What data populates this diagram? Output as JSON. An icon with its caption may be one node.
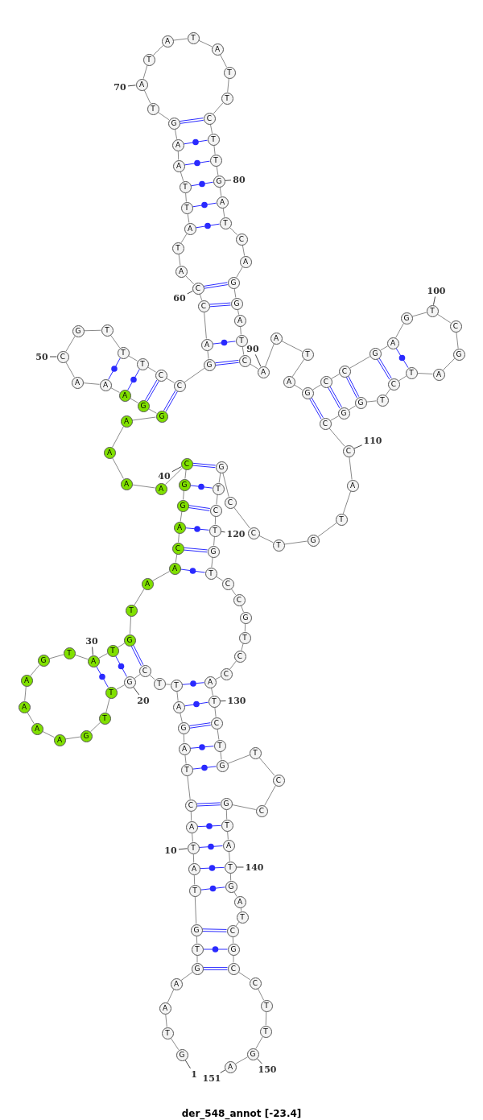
{
  "diagram": {
    "caption": "der_548_annot [-23.4]",
    "nodes": [
      {
        "text": [
          "G"
        ]
      },
      {
        "text": [
          "T"
        ]
      },
      {
        "text": [
          "A"
        ]
      },
      {
        "text": [
          "A"
        ]
      },
      {
        "text": [
          "G"
        ]
      },
      {
        "text": [
          "T"
        ]
      },
      {
        "text": [
          "G"
        ]
      },
      {
        "text": [
          "T"
        ]
      },
      {
        "text": [
          "A"
        ]
      },
      {
        "text": [
          "T"
        ]
      },
      {
        "text": [
          "A"
        ]
      },
      {
        "text": [
          "C"
        ]
      },
      {
        "text": [
          "T"
        ]
      },
      {
        "text": [
          "A"
        ]
      },
      {
        "text": [
          "G"
        ]
      },
      {
        "text": [
          "A"
        ]
      },
      {
        "text": [
          "T"
        ]
      },
      {
        "text": [
          "T"
        ]
      },
      {
        "text": [
          "C"
        ]
      },
      {
        "text": [
          "G"
        ]
      },
      {
        "text": [
          "T"
        ]
      },
      {
        "text": [
          "T"
        ]
      },
      {
        "text": [
          "G"
        ]
      },
      {
        "text": [
          "A"
        ]
      },
      {
        "text": [
          "A"
        ]
      },
      {
        "text": [
          "A"
        ]
      },
      {
        "text": [
          "A"
        ]
      },
      {
        "text": [
          "G"
        ]
      },
      {
        "text": [
          "T"
        ]
      },
      {
        "text": [
          "A"
        ]
      },
      {
        "text": [
          "T"
        ]
      },
      {
        "text": [
          "G"
        ]
      },
      {
        "text": [
          "T"
        ]
      },
      {
        "text": [
          "A"
        ]
      },
      {
        "text": [
          "A"
        ]
      },
      {
        "text": [
          "C"
        ]
      },
      {
        "text": [
          "A"
        ]
      },
      {
        "text": [
          "G"
        ]
      },
      {
        "text": [
          "G"
        ]
      },
      {
        "text": [
          "C"
        ]
      },
      {
        "text": [
          "A"
        ]
      },
      {
        "text": [
          "A"
        ]
      },
      {
        "text": [
          "A"
        ]
      },
      {
        "text": [
          "A"
        ]
      },
      {
        "text": [
          "G"
        ]
      },
      {
        "text": [
          "G"
        ]
      },
      {
        "text": [
          "A"
        ]
      },
      {
        "text": [
          "A"
        ]
      },
      {
        "text": [
          "A"
        ]
      },
      {
        "text": [
          "C"
        ]
      },
      {
        "text": [
          "G"
        ]
      },
      {
        "text": [
          "T"
        ]
      },
      {
        "text": [
          "T"
        ]
      },
      {
        "text": [
          "T"
        ]
      },
      {
        "text": [
          "C"
        ]
      },
      {
        "text": [
          "C"
        ]
      },
      {
        "text": [
          "G"
        ]
      },
      {
        "text": [
          "A"
        ]
      },
      {
        "text": [
          "C"
        ]
      },
      {
        "text": [
          "C"
        ]
      },
      {
        "text": [
          "A"
        ]
      },
      {
        "text": [
          "T"
        ]
      },
      {
        "text": [
          "A"
        ]
      },
      {
        "text": [
          "T"
        ]
      },
      {
        "text": [
          "T"
        ]
      },
      {
        "text": [
          "A"
        ]
      },
      {
        "text": [
          "A"
        ]
      },
      {
        "text": [
          "G"
        ]
      },
      {
        "text": [
          "T"
        ]
      },
      {
        "text": [
          "A"
        ]
      },
      {
        "text": [
          "T"
        ]
      },
      {
        "text": [
          "A"
        ]
      },
      {
        "text": [
          "T"
        ]
      },
      {
        "text": [
          "A"
        ]
      },
      {
        "text": [
          "T"
        ]
      },
      {
        "text": [
          "T"
        ]
      },
      {
        "text": [
          "C"
        ]
      },
      {
        "text": [
          "T"
        ]
      },
      {
        "text": [
          "T"
        ]
      },
      {
        "text": [
          "G"
        ]
      },
      {
        "text": [
          "A"
        ]
      },
      {
        "text": [
          "T"
        ]
      },
      {
        "text": [
          "C"
        ]
      },
      {
        "text": [
          "A"
        ]
      },
      {
        "text": [
          "G"
        ]
      },
      {
        "text": [
          "G"
        ]
      },
      {
        "text": [
          "A"
        ]
      },
      {
        "text": [
          "T"
        ]
      },
      {
        "text": [
          "C"
        ]
      },
      {
        "text": [
          "A"
        ]
      },
      {
        "text": [
          "A"
        ]
      },
      {
        "text": [
          "T"
        ]
      },
      {
        "text": [
          "A"
        ]
      },
      {
        "text": [
          "G"
        ]
      },
      {
        "text": [
          "C"
        ]
      },
      {
        "text": [
          "C"
        ]
      },
      {
        "text": [
          "G"
        ]
      },
      {
        "text": [
          "A"
        ]
      },
      {
        "text": [
          "G"
        ]
      },
      {
        "text": [
          "T"
        ]
      },
      {
        "text": [
          "C"
        ]
      },
      {
        "text": [
          "G"
        ]
      },
      {
        "text": [
          "A"
        ]
      },
      {
        "text": [
          "T"
        ]
      },
      {
        "text": [
          "C"
        ]
      },
      {
        "text": [
          "T"
        ]
      },
      {
        "text": [
          "G"
        ]
      },
      {
        "text": [
          "G"
        ]
      },
      {
        "text": [
          "C"
        ]
      },
      {
        "text": [
          "C"
        ]
      },
      {
        "text": [
          "A"
        ]
      },
      {
        "text": [
          "T"
        ]
      },
      {
        "text": [
          "G"
        ]
      },
      {
        "text": [
          "T"
        ]
      },
      {
        "text": [
          "C"
        ]
      },
      {
        "text": [
          "C"
        ]
      },
      {
        "text": [
          "G"
        ]
      },
      {
        "text": [
          "T"
        ]
      },
      {
        "text": [
          "C"
        ]
      },
      {
        "text": [
          "T"
        ]
      },
      {
        "text": [
          "G"
        ]
      },
      {
        "text": [
          "T"
        ]
      },
      {
        "text": [
          "C"
        ]
      },
      {
        "text": [
          "C"
        ]
      },
      {
        "text": [
          "G"
        ]
      },
      {
        "text": [
          "T"
        ]
      },
      {
        "text": [
          "C"
        ]
      },
      {
        "text": [
          "C"
        ]
      },
      {
        "text": [
          "A"
        ]
      },
      {
        "text": [
          "T"
        ]
      },
      {
        "text": [
          "C"
        ]
      },
      {
        "text": [
          "T"
        ]
      },
      {
        "text": [
          "G"
        ]
      },
      {
        "text": [
          "T"
        ]
      },
      {
        "text": [
          "C"
        ]
      },
      {
        "text": [
          "C"
        ]
      },
      {
        "text": [
          "G"
        ]
      },
      {
        "text": [
          "T"
        ]
      },
      {
        "text": [
          "A"
        ]
      },
      {
        "text": [
          "T"
        ]
      },
      {
        "text": [
          "G"
        ]
      },
      {
        "text": [
          "A"
        ]
      },
      {
        "text": [
          "T"
        ]
      },
      {
        "text": [
          "C"
        ]
      },
      {
        "text": [
          "G"
        ]
      },
      {
        "text": [
          "C"
        ]
      },
      {
        "text": [
          "C"
        ]
      },
      {
        "text": [
          "T"
        ]
      },
      {
        "text": [
          "T"
        ]
      },
      {
        "text": [
          "G"
        ]
      },
      {
        "text": [
          "A"
        ]
      },
      {
        "text": [
          "1"
        ]
      },
      {
        "text": [
          "10"
        ]
      },
      {
        "text": [
          "20"
        ]
      },
      {
        "text": [
          "30"
        ]
      },
      {
        "text": [
          "40"
        ]
      },
      {
        "text": [
          "50"
        ]
      },
      {
        "text": [
          "60"
        ]
      },
      {
        "text": [
          "70"
        ]
      },
      {
        "text": [
          "80"
        ]
      },
      {
        "text": [
          "90"
        ]
      },
      {
        "text": [
          "100"
        ]
      },
      {
        "text": [
          "110"
        ]
      },
      {
        "text": [
          "120"
        ]
      },
      {
        "text": [
          "130"
        ]
      },
      {
        "text": [
          "140"
        ]
      },
      {
        "text": [
          "150"
        ]
      },
      {
        "text": [
          "151"
        ]
      }
    ],
    "edges": [
      {
        "from": 0,
        "to": 1,
        "arrow": "none"
      },
      {
        "from": 1,
        "to": 2,
        "arrow": "none"
      },
      {
        "from": 2,
        "to": 3,
        "arrow": "none"
      },
      {
        "from": 3,
        "to": 4,
        "arrow": "none"
      },
      {
        "from": 4,
        "to": 5,
        "arrow": "none"
      },
      {
        "from": 5,
        "to": 6,
        "arrow": "none"
      },
      {
        "from": 6,
        "to": 7,
        "arrow": "none"
      },
      {
        "from": 7,
        "to": 8,
        "arrow": "none"
      },
      {
        "from": 8,
        "to": 9,
        "arrow": "none"
      },
      {
        "from": 9,
        "to": 10,
        "arrow": "none"
      },
      {
        "from": 10,
        "to": 11,
        "arrow": "none"
      },
      {
        "from": 11,
        "to": 12,
        "arrow": "none"
      },
      {
        "from": 12,
        "to": 13,
        "arrow": "none"
      },
      {
        "from": 13,
        "to": 14,
        "arrow": "none"
      },
      {
        "from": 14,
        "to": 15,
        "arrow": "none"
      },
      {
        "from": 15,
        "to": 16,
        "arrow": "none"
      },
      {
        "from": 16,
        "to": 17,
        "arrow": "none"
      },
      {
        "from": 17,
        "to": 18,
        "arrow": "none"
      },
      {
        "from": 18,
        "to": 19,
        "arrow": "none"
      },
      {
        "from": 19,
        "to": 20,
        "arrow": "none"
      },
      {
        "from": 20,
        "to": 21,
        "arrow": "none"
      },
      {
        "from": 21,
        "to": 22,
        "arrow": "none"
      },
      {
        "from": 22,
        "to": 23,
        "arrow": "none"
      },
      {
        "from": 23,
        "to": 24,
        "arrow": "none"
      },
      {
        "from": 24,
        "to": 25,
        "arrow": "none"
      },
      {
        "from": 25,
        "to": 26,
        "arrow": "none"
      },
      {
        "from": 26,
        "to": 27,
        "arrow": "none"
      },
      {
        "from": 27,
        "to": 28,
        "arrow": "none"
      },
      {
        "from": 28,
        "to": 29,
        "arrow": "none"
      },
      {
        "from": 29,
        "to": 30,
        "arrow": "none"
      },
      {
        "from": 30,
        "to": 31,
        "arrow": "none"
      },
      {
        "from": 31,
        "to": 32,
        "arrow": "none"
      },
      {
        "from": 32,
        "to": 33,
        "arrow": "none"
      },
      {
        "from": 33,
        "to": 34,
        "arrow": "none"
      },
      {
        "from": 34,
        "to": 35,
        "arrow": "none"
      },
      {
        "from": 35,
        "to": 36,
        "arrow": "none"
      },
      {
        "from": 36,
        "to": 37,
        "arrow": "none"
      },
      {
        "from": 37,
        "to": 38,
        "arrow": "none"
      },
      {
        "from": 38,
        "to": 39,
        "arrow": "none"
      },
      {
        "from": 39,
        "to": 40,
        "arrow": "none"
      },
      {
        "from": 40,
        "to": 41,
        "arrow": "none"
      },
      {
        "from": 41,
        "to": 42,
        "arrow": "none"
      },
      {
        "from": 42,
        "to": 43,
        "arrow": "none"
      },
      {
        "from": 43,
        "to": 44,
        "arrow": "none"
      },
      {
        "from": 44,
        "to": 45,
        "arrow": "none"
      },
      {
        "from": 45,
        "to": 46,
        "arrow": "none"
      },
      {
        "from": 46,
        "to": 47,
        "arrow": "none"
      },
      {
        "from": 47,
        "to": 48,
        "arrow": "none"
      },
      {
        "from": 48,
        "to": 49,
        "arrow": "none"
      },
      {
        "from": 49,
        "to": 50,
        "arrow": "none"
      },
      {
        "from": 50,
        "to": 51,
        "arrow": "none"
      },
      {
        "from": 51,
        "to": 52,
        "arrow": "none"
      },
      {
        "from": 52,
        "to": 53,
        "arrow": "none"
      },
      {
        "from": 53,
        "to": 54,
        "arrow": "none"
      },
      {
        "from": 54,
        "to": 55,
        "arrow": "none"
      },
      {
        "from": 55,
        "to": 56,
        "arrow": "none"
      },
      {
        "from": 56,
        "to": 57,
        "arrow": "none"
      },
      {
        "from": 57,
        "to": 58,
        "arrow": "none"
      },
      {
        "from": 58,
        "to": 59,
        "arrow": "none"
      },
      {
        "from": 59,
        "to": 60,
        "arrow": "none"
      },
      {
        "from": 60,
        "to": 61,
        "arrow": "none"
      },
      {
        "from": 61,
        "to": 62,
        "arrow": "none"
      },
      {
        "from": 62,
        "to": 63,
        "arrow": "none"
      },
      {
        "from": 63,
        "to": 64,
        "arrow": "none"
      },
      {
        "from": 64,
        "to": 65,
        "arrow": "none"
      },
      {
        "from": 65,
        "to": 66,
        "arrow": "none"
      },
      {
        "from": 66,
        "to": 67,
        "arrow": "none"
      },
      {
        "from": 67,
        "to": 68,
        "arrow": "none"
      },
      {
        "from": 68,
        "to": 69,
        "arrow": "none"
      },
      {
        "from": 69,
        "to": 70,
        "arrow": "none"
      },
      {
        "from": 70,
        "to": 71,
        "arrow": "none"
      },
      {
        "from": 71,
        "to": 72,
        "arrow": "none"
      },
      {
        "from": 72,
        "to": 73,
        "arrow": "none"
      },
      {
        "from": 73,
        "to": 74,
        "arrow": "none"
      },
      {
        "from": 74,
        "to": 75,
        "arrow": "none"
      },
      {
        "from": 75,
        "to": 76,
        "arrow": "none"
      },
      {
        "from": 76,
        "to": 77,
        "arrow": "none"
      },
      {
        "from": 77,
        "to": 78,
        "arrow": "none"
      },
      {
        "from": 78,
        "to": 79,
        "arrow": "none"
      },
      {
        "from": 79,
        "to": 80,
        "arrow": "none"
      },
      {
        "from": 80,
        "to": 81,
        "arrow": "none"
      },
      {
        "from": 81,
        "to": 82,
        "arrow": "none"
      },
      {
        "from": 82,
        "to": 83,
        "arrow": "none"
      },
      {
        "from": 83,
        "to": 84,
        "arrow": "none"
      },
      {
        "from": 84,
        "to": 85,
        "arrow": "none"
      },
      {
        "from": 85,
        "to": 86,
        "arrow": "none"
      },
      {
        "from": 86,
        "to": 87,
        "arrow": "none"
      },
      {
        "from": 87,
        "to": 88,
        "arrow": "none"
      },
      {
        "from": 88,
        "to": 89,
        "arrow": "none"
      },
      {
        "from": 89,
        "to": 90,
        "arrow": "none"
      },
      {
        "from": 90,
        "to": 91,
        "arrow": "none"
      },
      {
        "from": 91,
        "to": 92,
        "arrow": "none"
      },
      {
        "from": 92,
        "to": 93,
        "arrow": "none"
      },
      {
        "from": 93,
        "to": 94,
        "arrow": "none"
      },
      {
        "from": 94,
        "to": 95,
        "arrow": "none"
      },
      {
        "from": 95,
        "to": 96,
        "arrow": "none"
      },
      {
        "from": 96,
        "to": 97,
        "arrow": "none"
      },
      {
        "from": 97,
        "to": 98,
        "arrow": "none"
      },
      {
        "from": 98,
        "to": 99,
        "arrow": "none"
      },
      {
        "from": 99,
        "to": 100,
        "arrow": "none"
      },
      {
        "from": 100,
        "to": 101,
        "arrow": "none"
      },
      {
        "from": 101,
        "to": 102,
        "arrow": "none"
      },
      {
        "from": 102,
        "to": 103,
        "arrow": "none"
      },
      {
        "from": 103,
        "to": 104,
        "arrow": "none"
      },
      {
        "from": 104,
        "to": 105,
        "arrow": "none"
      },
      {
        "from": 105,
        "to": 106,
        "arrow": "none"
      },
      {
        "from": 106,
        "to": 107,
        "arrow": "none"
      },
      {
        "from": 107,
        "to": 108,
        "arrow": "none"
      },
      {
        "from": 108,
        "to": 109,
        "arrow": "none"
      },
      {
        "from": 109,
        "to": 110,
        "arrow": "none"
      },
      {
        "from": 110,
        "to": 111,
        "arrow": "none"
      },
      {
        "from": 111,
        "to": 112,
        "arrow": "none"
      },
      {
        "from": 112,
        "to": 113,
        "arrow": "none"
      },
      {
        "from": 113,
        "to": 114,
        "arrow": "none"
      },
      {
        "from": 114,
        "to": 115,
        "arrow": "none"
      },
      {
        "from": 115,
        "to": 116,
        "arrow": "none"
      },
      {
        "from": 116,
        "to": 117,
        "arrow": "none"
      },
      {
        "from": 117,
        "to": 118,
        "arrow": "none"
      },
      {
        "from": 118,
        "to": 119,
        "arrow": "none"
      },
      {
        "from": 119,
        "to": 120,
        "arrow": "none"
      },
      {
        "from": 120,
        "to": 121,
        "arrow": "none"
      },
      {
        "from": 121,
        "to": 122,
        "arrow": "none"
      },
      {
        "from": 122,
        "to": 123,
        "arrow": "none"
      },
      {
        "from": 123,
        "to": 124,
        "arrow": "none"
      },
      {
        "from": 124,
        "to": 125,
        "arrow": "none"
      },
      {
        "from": 125,
        "to": 126,
        "arrow": "none"
      },
      {
        "from": 126,
        "to": 127,
        "arrow": "none"
      },
      {
        "from": 127,
        "to": 128,
        "arrow": "none"
      },
      {
        "from": 128,
        "to": 129,
        "arrow": "none"
      },
      {
        "from": 129,
        "to": 130,
        "arrow": "none"
      },
      {
        "from": 130,
        "to": 131,
        "arrow": "none"
      },
      {
        "from": 131,
        "to": 132,
        "arrow": "none"
      },
      {
        "from": 132,
        "to": 133,
        "arrow": "none"
      },
      {
        "from": 133,
        "to": 134,
        "arrow": "none"
      },
      {
        "from": 134,
        "to": 135,
        "arrow": "none"
      },
      {
        "from": 135,
        "to": 136,
        "arrow": "none"
      },
      {
        "from": 136,
        "to": 137,
        "arrow": "none"
      },
      {
        "from": 137,
        "to": 138,
        "arrow": "none"
      },
      {
        "from": 138,
        "to": 139,
        "arrow": "none"
      },
      {
        "from": 139,
        "to": 140,
        "arrow": "none"
      },
      {
        "from": 140,
        "to": 141,
        "arrow": "none"
      },
      {
        "from": 141,
        "to": 142,
        "arrow": "none"
      },
      {
        "from": 142,
        "to": 143,
        "arrow": "none"
      },
      {
        "from": 143,
        "to": 144,
        "arrow": "none"
      },
      {
        "from": 144,
        "to": 145,
        "arrow": "none"
      },
      {
        "from": 145,
        "to": 146,
        "arrow": "none"
      },
      {
        "from": 146,
        "to": 147,
        "arrow": "none"
      },
      {
        "from": 147,
        "to": 148,
        "arrow": "none"
      },
      {
        "from": 148,
        "to": 149,
        "arrow": "none"
      },
      {
        "from": 149,
        "to": 150,
        "arrow": "none"
      },
      {
        "from": 4,
        "to": 145,
        "arrow": "none",
        "color": "#2a2aff"
      },
      {
        "from": 5,
        "to": 144,
        "arrow": "none",
        "color": "#2a2aff"
      },
      {
        "from": 6,
        "to": 143,
        "arrow": "none",
        "color": "#2a2aff"
      },
      {
        "from": 7,
        "to": 140,
        "arrow": "none",
        "color": "#2a2aff"
      },
      {
        "from": 8,
        "to": 139,
        "arrow": "none",
        "color": "#2a2aff"
      },
      {
        "from": 9,
        "to": 138,
        "arrow": "none",
        "color": "#2a2aff"
      },
      {
        "from": 10,
        "to": 137,
        "arrow": "none",
        "color": "#2a2aff"
      },
      {
        "from": 11,
        "to": 136,
        "arrow": "none",
        "color": "#2a2aff"
      },
      {
        "from": 12,
        "to": 132,
        "arrow": "none",
        "color": "#2a2aff"
      },
      {
        "from": 13,
        "to": 131,
        "arrow": "none",
        "color": "#2a2aff"
      },
      {
        "from": 14,
        "to": 130,
        "arrow": "none",
        "color": "#2a2aff"
      },
      {
        "from": 15,
        "to": 129,
        "arrow": "none",
        "color": "#2a2aff"
      },
      {
        "from": 16,
        "to": 128,
        "arrow": "none",
        "color": "#2a2aff"
      },
      {
        "from": 18,
        "to": 31,
        "arrow": "none",
        "color": "#2a2aff"
      },
      {
        "from": 19,
        "to": 30,
        "arrow": "none",
        "color": "#2a2aff"
      },
      {
        "from": 20,
        "to": 29,
        "arrow": "none",
        "color": "#2a2aff"
      },
      {
        "from": 34,
        "to": 121,
        "arrow": "none",
        "color": "#2a2aff"
      },
      {
        "from": 35,
        "to": 120,
        "arrow": "none",
        "color": "#2a2aff"
      },
      {
        "from": 36,
        "to": 119,
        "arrow": "none",
        "color": "#2a2aff"
      },
      {
        "from": 37,
        "to": 118,
        "arrow": "none",
        "color": "#2a2aff"
      },
      {
        "from": 38,
        "to": 117,
        "arrow": "none",
        "color": "#2a2aff"
      },
      {
        "from": 39,
        "to": 116,
        "arrow": "none",
        "color": "#2a2aff"
      },
      {
        "from": 44,
        "to": 55,
        "arrow": "none",
        "color": "#2a2aff"
      },
      {
        "from": 45,
        "to": 54,
        "arrow": "none",
        "color": "#2a2aff"
      },
      {
        "from": 46,
        "to": 53,
        "arrow": "none",
        "color": "#2a2aff"
      },
      {
        "from": 47,
        "to": 52,
        "arrow": "none",
        "color": "#2a2aff"
      },
      {
        "from": 56,
        "to": 88,
        "arrow": "none",
        "color": "#2a2aff"
      },
      {
        "from": 57,
        "to": 87,
        "arrow": "none",
        "color": "#2a2aff"
      },
      {
        "from": 58,
        "to": 85,
        "arrow": "none",
        "color": "#2a2aff"
      },
      {
        "from": 59,
        "to": 84,
        "arrow": "none",
        "color": "#2a2aff"
      },
      {
        "from": 62,
        "to": 81,
        "arrow": "none",
        "color": "#2a2aff"
      },
      {
        "from": 63,
        "to": 80,
        "arrow": "none",
        "color": "#2a2aff"
      },
      {
        "from": 64,
        "to": 79,
        "arrow": "none",
        "color": "#2a2aff"
      },
      {
        "from": 65,
        "to": 78,
        "arrow": "none",
        "color": "#2a2aff"
      },
      {
        "from": 66,
        "to": 77,
        "arrow": "none",
        "color": "#2a2aff"
      },
      {
        "from": 67,
        "to": 76,
        "arrow": "none",
        "color": "#2a2aff"
      },
      {
        "from": 93,
        "to": 108,
        "arrow": "none",
        "color": "#2a2aff"
      },
      {
        "from": 94,
        "to": 107,
        "arrow": "none",
        "color": "#2a2aff"
      },
      {
        "from": 95,
        "to": 106,
        "arrow": "none",
        "color": "#2a2aff"
      },
      {
        "from": 96,
        "to": 104,
        "arrow": "none",
        "color": "#2a2aff"
      },
      {
        "from": 97,
        "to": 103,
        "arrow": "none",
        "color": "#2a2aff"
      },
      {
        "from": 151,
        "to": 0,
        "arrow": "none"
      },
      {
        "from": 152,
        "to": 9,
        "arrow": "none"
      },
      {
        "from": 153,
        "to": 19,
        "arrow": "none"
      },
      {
        "from": 154,
        "to": 29,
        "arrow": "none"
      },
      {
        "from": 155,
        "to": 39,
        "arrow": "none"
      },
      {
        "from": 156,
        "to": 49,
        "arrow": "none"
      },
      {
        "from": 157,
        "to": 59,
        "arrow": "none"
      },
      {
        "from": 158,
        "to": 69,
        "arrow": "none"
      },
      {
        "from": 159,
        "to": 79,
        "arrow": "none"
      },
      {
        "from": 160,
        "to": 89,
        "arrow": "none"
      },
      {
        "from": 161,
        "to": 99,
        "arrow": "none"
      },
      {
        "from": 162,
        "to": 109,
        "arrow": "none"
      },
      {
        "from": 163,
        "to": 119,
        "arrow": "none"
      },
      {
        "from": 164,
        "to": 129,
        "arrow": "none"
      },
      {
        "from": 165,
        "to": 139,
        "arrow": "none"
      },
      {
        "from": 166,
        "to": 149,
        "arrow": "none"
      },
      {
        "from": 167,
        "to": 150,
        "arrow": "none"
      }
    ]
  }
}
